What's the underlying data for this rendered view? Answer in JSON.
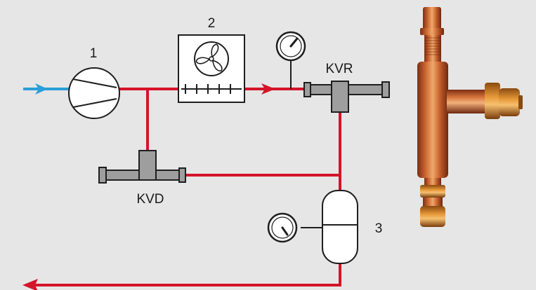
{
  "labels": {
    "compressor": "1",
    "condenser": "2",
    "receiver": "3",
    "kvr": "KVR",
    "kvd": "KVD"
  },
  "colors": {
    "background": "#e6e6e6",
    "pipe_red": "#d4142a",
    "inlet_blue": "#2a9fd8",
    "valve_gray": "#9e9e9e",
    "valve_outline": "#1e1e1e",
    "copper": "#c8622e"
  },
  "icons": [
    "compressor-icon",
    "condenser-fan-icon",
    "pressure-gauge-icon",
    "flow-arrow-icon",
    "kvr-valve-icon",
    "kvd-valve-icon",
    "receiver-tank-icon",
    "valve-photo"
  ]
}
